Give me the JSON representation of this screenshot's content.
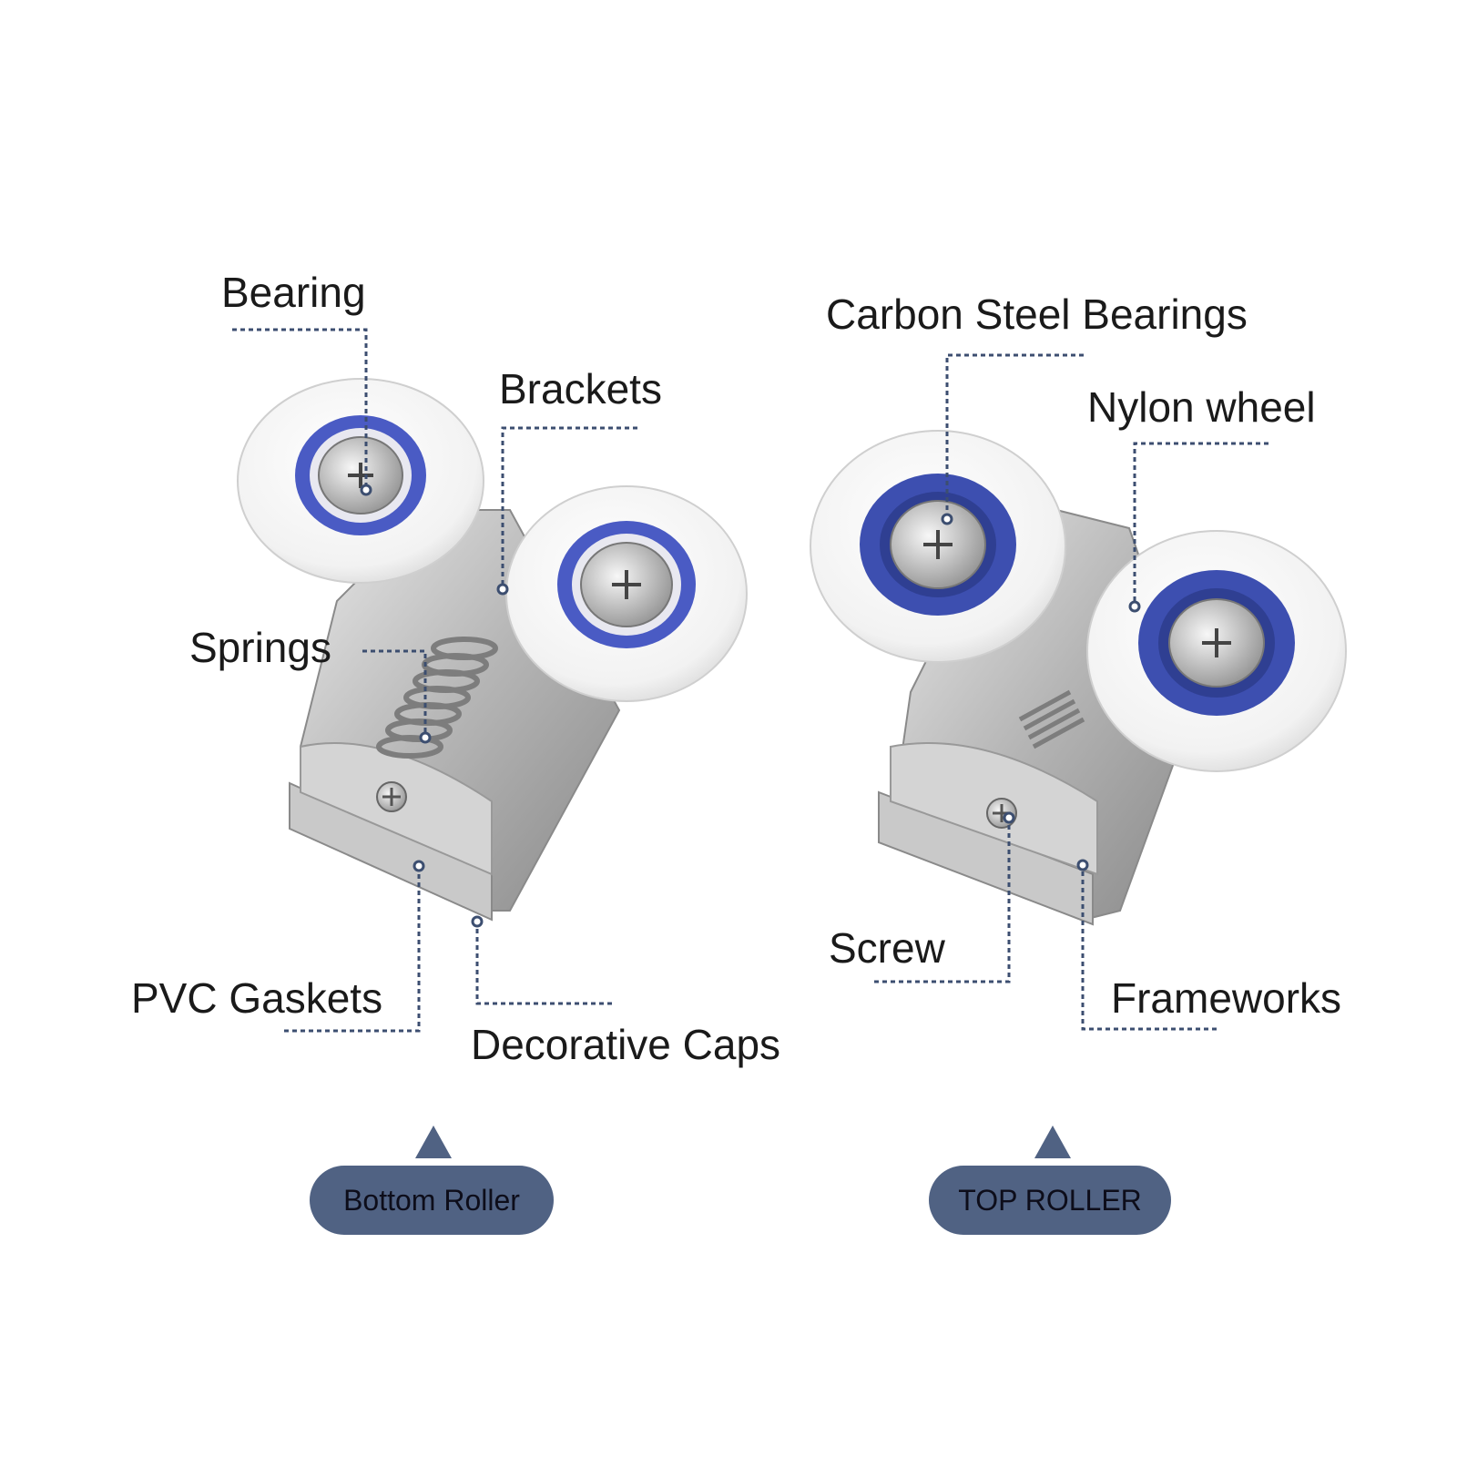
{
  "colors": {
    "leader_line": "#3c4e70",
    "pill_fill": "#506283",
    "arrow_fill": "#506283",
    "wheel_white": "#f4f4f4",
    "bearing_blue": "#3d4fb0",
    "steel": "#bcbcbc"
  },
  "bottom_roller": {
    "labels": {
      "bearing": "Bearing",
      "brackets": "Brackets",
      "springs": "Springs",
      "pvc_gaskets": "PVC Gaskets",
      "decorative_caps": "Decorative Caps"
    },
    "button_label": "Bottom Roller"
  },
  "top_roller": {
    "labels": {
      "carbon_steel_bearings": "Carbon Steel Bearings",
      "nylon_wheel": "Nylon wheel",
      "screw": "Screw",
      "frameworks": "Frameworks"
    },
    "button_label": "TOP ROLLER"
  }
}
